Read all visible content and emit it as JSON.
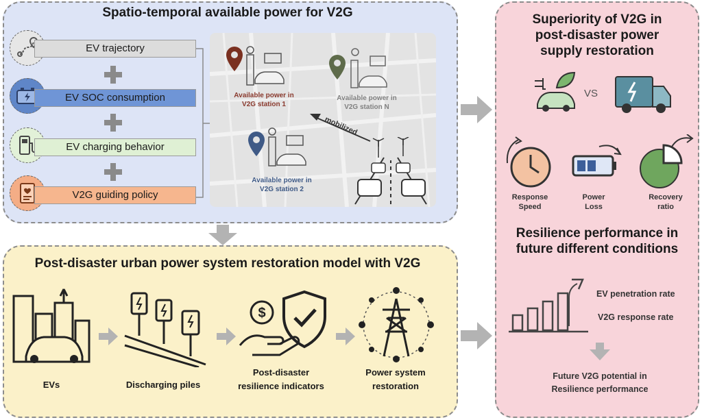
{
  "top_panel": {
    "title": "Spatio-temporal available power for V2G",
    "factors": [
      {
        "label": "EV trajectory",
        "icon": "route-pin-icon",
        "color": "#dcdcdc"
      },
      {
        "label": "EV SOC consumption",
        "icon": "battery-icon",
        "color": "#6f95d6"
      },
      {
        "label": "EV charging behavior",
        "icon": "charger-icon",
        "color": "#dff0d4"
      },
      {
        "label": "V2G guiding policy",
        "icon": "policy-document-icon",
        "color": "#f6b68e"
      }
    ],
    "stations": [
      {
        "label": "Available power in V2G station 1",
        "color": "#8a3a2e"
      },
      {
        "label": "Available power in V2G station N",
        "color": "#5e6b4a"
      },
      {
        "label": "Available power in V2G station 2",
        "color": "#3f5a86"
      }
    ],
    "mobilized_label": "mobilized"
  },
  "bottom_panel": {
    "title": "Post-disaster urban power system restoration model with V2G",
    "stages": [
      {
        "label": "EVs",
        "icon": "city-ev-icon"
      },
      {
        "label": "Discharging piles",
        "icon": "charging-piles-icon"
      },
      {
        "label": "Post-disaster resilience indicators",
        "icon": "shield-money-icon"
      },
      {
        "label": "Power system restoration",
        "icon": "transmission-tower-icon"
      }
    ]
  },
  "right_panel": {
    "title": "Superiority of V2G in post-disaster power supply restoration",
    "vs_label": "VS",
    "metrics": [
      {
        "label": "Response Speed",
        "icon": "clock-icon"
      },
      {
        "label": "Power Loss",
        "icon": "battery-level-icon"
      },
      {
        "label": "Recovery ratio",
        "icon": "pie-chart-icon"
      }
    ],
    "resilience_title": "Resilience performance in future different conditions",
    "conditions": [
      "EV penetration rate",
      "V2G response rate"
    ],
    "potential_label": "Future V2G potential in Resilience performance"
  },
  "colors": {
    "top_bg": "#dde4f6",
    "bottom_bg": "#fbf1c9",
    "right_bg": "#f8d4da",
    "arrow": "#b3b3b3"
  }
}
